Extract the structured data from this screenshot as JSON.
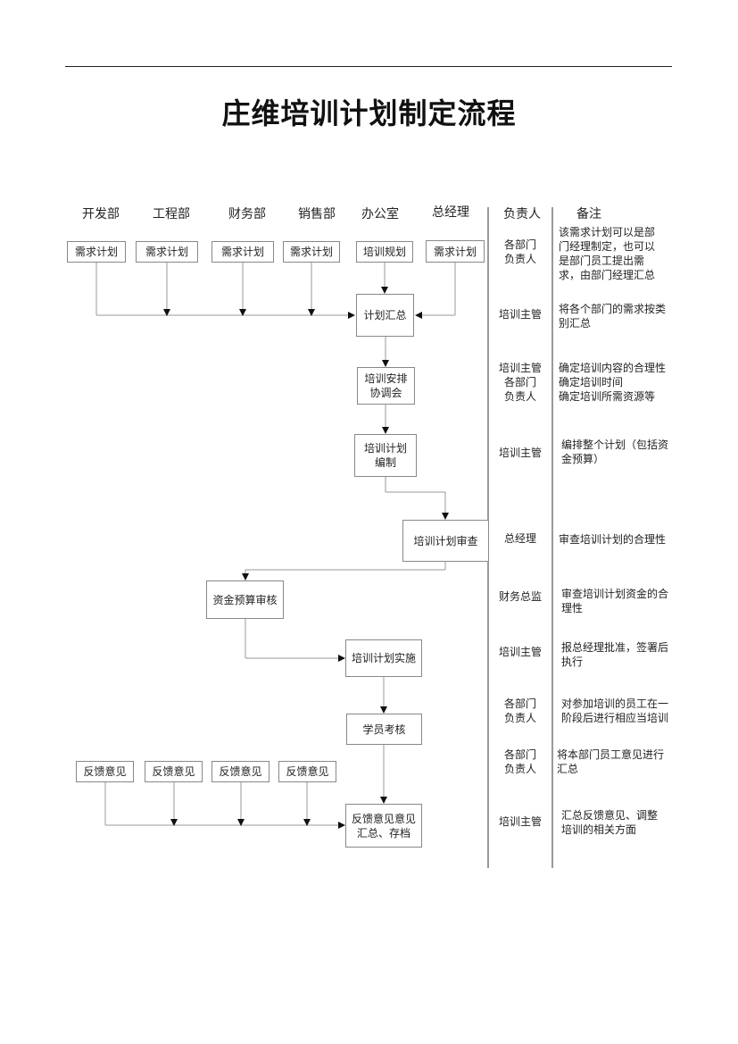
{
  "title": "庄维培训计划制定流程",
  "headers": {
    "dept1": "开发部",
    "dept2": "工程部",
    "dept3": "财务部",
    "dept4": "销售部",
    "dept5": "办公室",
    "dept6": "总经理",
    "responsible": "负责人",
    "remarks": "备注"
  },
  "boxes": {
    "need1": "需求计划",
    "need2": "需求计划",
    "need3": "需求计划",
    "need4": "需求计划",
    "plan_office": "培训规划",
    "need6": "需求计划",
    "summary": "计划汇总",
    "coord": "培训安排\n协调会",
    "compile": "培训计划\n编制",
    "review": "培训计划审查",
    "budget": "资金预算审核",
    "implement": "培训计划实施",
    "assess": "学员考核",
    "fb1": "反馈意见",
    "fb2": "反馈意见",
    "fb3": "反馈意见",
    "fb4": "反馈意见",
    "fb_summary": "反馈意见意见\n汇总、存档"
  },
  "rows": [
    {
      "resp": "各部门\n负责人",
      "note": "该需求计划可以是部\n门经理制定，也可以\n是部门员工提出需\n求，由部门经理汇总"
    },
    {
      "resp": "培训主管",
      "note": "将各个部门的需求按类\n别汇总"
    },
    {
      "resp": "培训主管\n各部门\n负责人",
      "note": "确定培训内容的合理性\n确定培训时间\n确定培训所需资源等"
    },
    {
      "resp": "培训主管",
      "note": "编排整个计划（包括资\n金预算）"
    },
    {
      "resp": "总经理",
      "note": "审查培训计划的合理性"
    },
    {
      "resp": "财务总监",
      "note": "审查培训计划资金的合\n理性"
    },
    {
      "resp": "培训主管",
      "note": "报总经理批准，签署后\n执行"
    },
    {
      "resp": "各部门\n负责人",
      "note": "对参加培训的员工在一\n阶段后进行相应当培训"
    },
    {
      "resp": "各部门\n负责人",
      "note": "将本部门员工意见进行\n汇总"
    },
    {
      "resp": "培训主管",
      "note": "汇总反馈意见、调整\n培训的相关方面"
    }
  ]
}
